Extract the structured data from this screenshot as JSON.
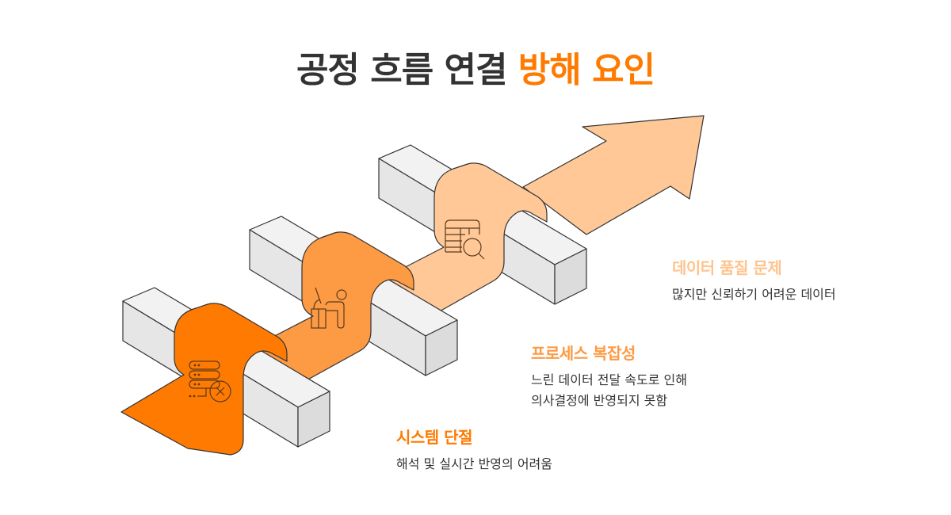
{
  "title": {
    "part1": "공정 흐름 연결",
    "part2": "방해 요인"
  },
  "colors": {
    "step1": "#ff7a00",
    "step2": "#fd9a44",
    "step3": "#ffc896",
    "arrow": "#ffc896",
    "block": "#e8e8e8",
    "outline": "#333333",
    "text": "#333333"
  },
  "steps": [
    {
      "icon": "server-error-icon",
      "heading": "시스템 단절",
      "description": [
        "해석 및 실시간 반영의 어려움"
      ]
    },
    {
      "icon": "person-at-desk-icon",
      "heading": "프로세스 복잡성",
      "description": [
        "느린 데이터 전달 속도로 인해",
        "의사결정에 반영되지 못함"
      ]
    },
    {
      "icon": "table-search-icon",
      "heading": "데이터 품질 문제",
      "description": [
        "많지만 신뢰하기 어려운 데이터"
      ]
    }
  ]
}
